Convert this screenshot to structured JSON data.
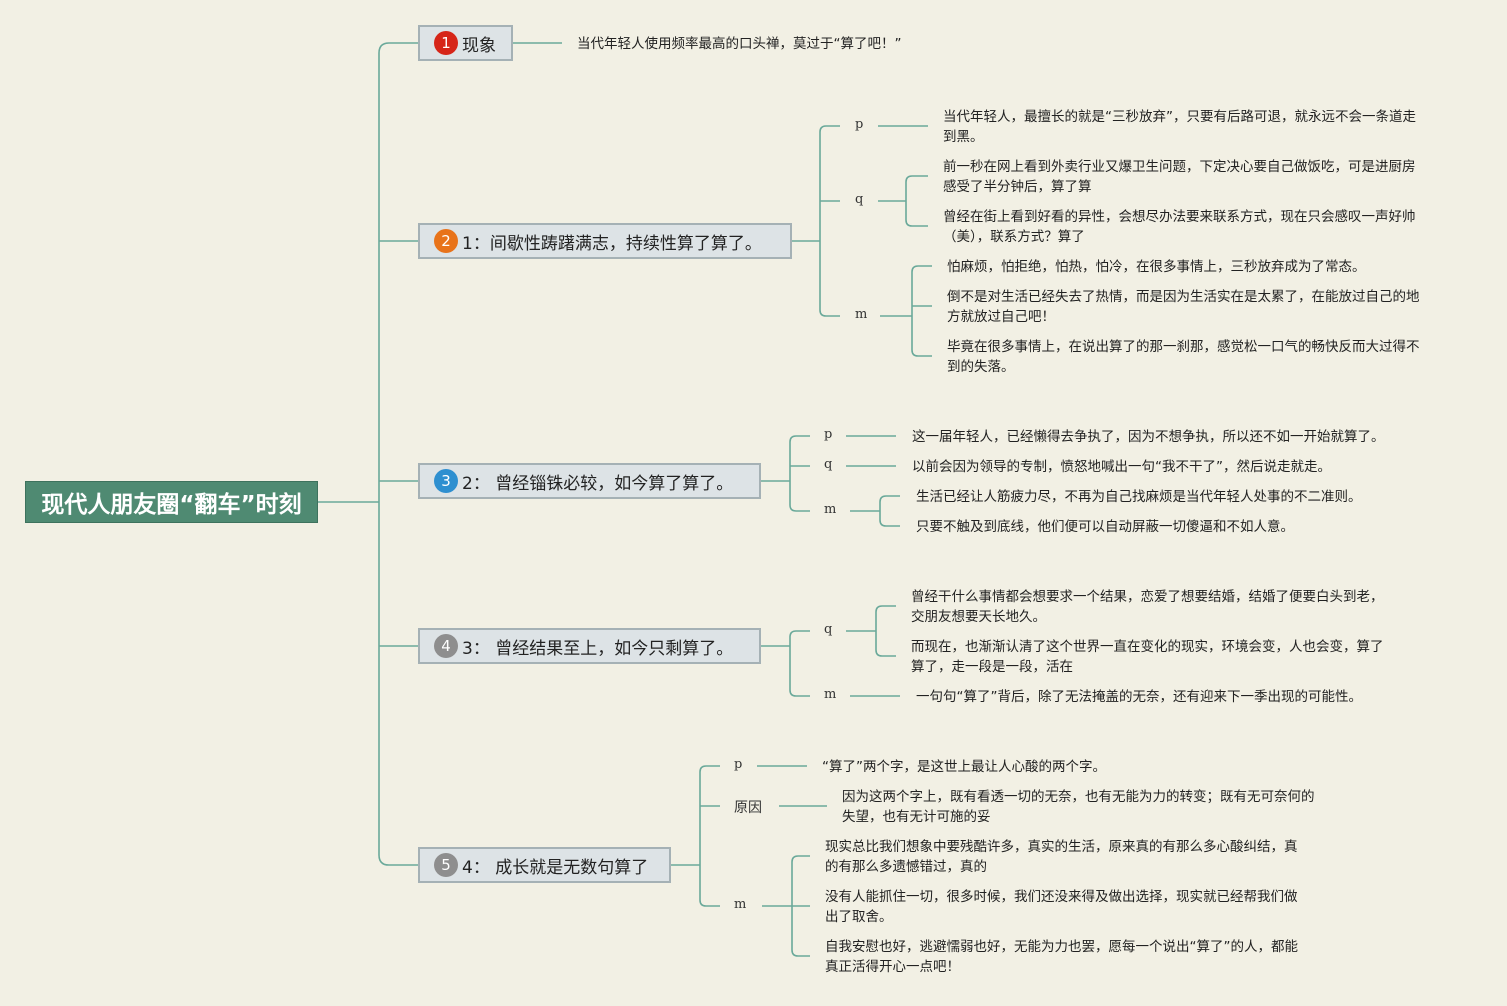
{
  "root": {
    "title": "现代人朋友圈“翻车”时刻"
  },
  "colors": {
    "n1": "#d62518",
    "n2": "#e8731a",
    "n3": "#2e8fd0",
    "n4": "#8e8e8e",
    "n5": "#8e8e8e"
  },
  "topics": [
    {
      "num": "1",
      "label": "现象"
    },
    {
      "num": "2",
      "label": "1：间歇性踌躇满志，持续性算了算了。"
    },
    {
      "num": "3",
      "label": "2： 曾经锱铢必较，如今算了算了。"
    },
    {
      "num": "4",
      "label": "3： 曾经结果至上，如今只剩算了。"
    },
    {
      "num": "5",
      "label": "4： 成长就是无数句算了"
    }
  ],
  "t1": {
    "text": "当代年轻人使用频率最高的口头禅，莫过于“算了吧！”"
  },
  "t2": {
    "p": "p",
    "q": "q",
    "m": "m",
    "p_text": [
      "当代年轻人，最擅长的就是“三秒放弃”，只要有后路可退，就永远不会一条道走",
      "到黑。"
    ],
    "q1": [
      "前一秒在网上看到外卖行业又爆卫生问题，下定决心要自己做饭吃，可是进厨房",
      "感受了半分钟后，算了算"
    ],
    "q2": [
      "曾经在街上看到好看的异性，会想尽办法要来联系方式，现在只会感叹一声好帅",
      "（美），联系方式？算了"
    ],
    "m1": "怕麻烦，怕拒绝，怕热，怕冷，在很多事情上，三秒放弃成为了常态。",
    "m2": [
      "倒不是对生活已经失去了热情，而是因为生活实在是太累了，在能放过自己的地",
      "方就放过自己吧！"
    ],
    "m3": [
      "毕竟在很多事情上，在说出算了的那一刹那，感觉松一口气的畅快反而大过得不",
      "到的失落。"
    ]
  },
  "t3": {
    "p": "p",
    "q": "q",
    "m": "m",
    "p_text": "这一届年轻人，已经懒得去争执了，因为不想争执，所以还不如一开始就算了。",
    "q_text": "以前会因为领导的专制，愤怒地喊出一句“我不干了”，然后说走就走。",
    "m1": "生活已经让人筋疲力尽，不再为自己找麻烦是当代年轻人处事的不二准则。",
    "m2": "只要不触及到底线，他们便可以自动屏蔽一切傻逼和不如人意。"
  },
  "t4": {
    "q": "q",
    "m": "m",
    "q1": [
      "曾经干什么事情都会想要求一个结果，恋爱了想要结婚，结婚了便要白头到老，",
      "交朋友想要天长地久。"
    ],
    "q2": [
      "而现在，也渐渐认清了这个世界一直在变化的现实，环境会变，人也会变，算了",
      "算了，走一段是一段，活在"
    ],
    "m_text": "一句句“算了”背后，除了无法掩盖的无奈，还有迎来下一季出现的可能性。"
  },
  "t5": {
    "p": "p",
    "reason": "原因",
    "m": "m",
    "p_text": "“算了”两个字，是这世上最让人心酸的两个字。",
    "reason_text": [
      "因为这两个字上，既有看透一切的无奈，也有无能为力的转变；既有无可奈何的",
      "失望，也有无计可施的妥"
    ],
    "m1": [
      "现实总比我们想象中要残酷许多，真实的生活，原来真的有那么多心酸纠结，真",
      "的有那么多遗憾错过，真的"
    ],
    "m2": [
      "没有人能抓住一切，很多时候，我们还没来得及做出选择，现实就已经帮我们做",
      "出了取舍。"
    ],
    "m3": [
      "自我安慰也好，逃避懦弱也好，无能为力也罢，愿每一个说出“算了”的人，都能",
      "真正活得开心一点吧！"
    ]
  }
}
